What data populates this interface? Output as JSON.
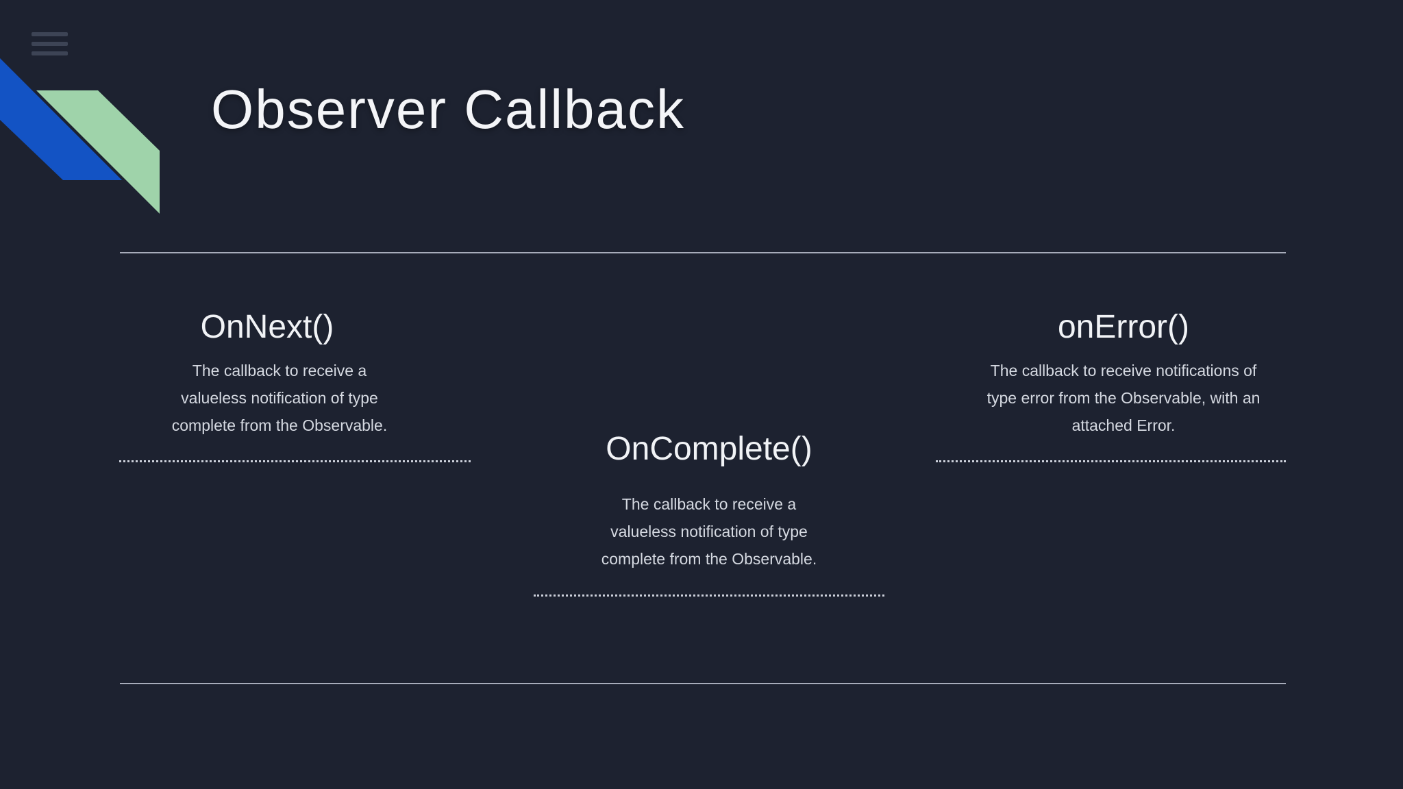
{
  "slide": {
    "title": "Observer Callback",
    "columns": [
      {
        "heading": "OnNext()",
        "description": "The callback to receive a\nvalueless notification of type\ncomplete from the Observable."
      },
      {
        "heading": "OnComplete()",
        "description": "The callback to receive a\nvalueless notification of type\ncomplete from the Observable."
      },
      {
        "heading": "onError()",
        "description": "The callback to receive notifications of\ntype error from the Observable, with an\nattached Error."
      }
    ]
  },
  "icons": {
    "menu": "hamburger-menu-icon"
  },
  "colors": {
    "background": "#1d2230",
    "accent_blue": "#1353c4",
    "accent_green": "#9fd3aa",
    "rule_gray": "#a7acba",
    "text_primary": "#f4f5f8",
    "text_secondary": "#d5d9e1"
  }
}
